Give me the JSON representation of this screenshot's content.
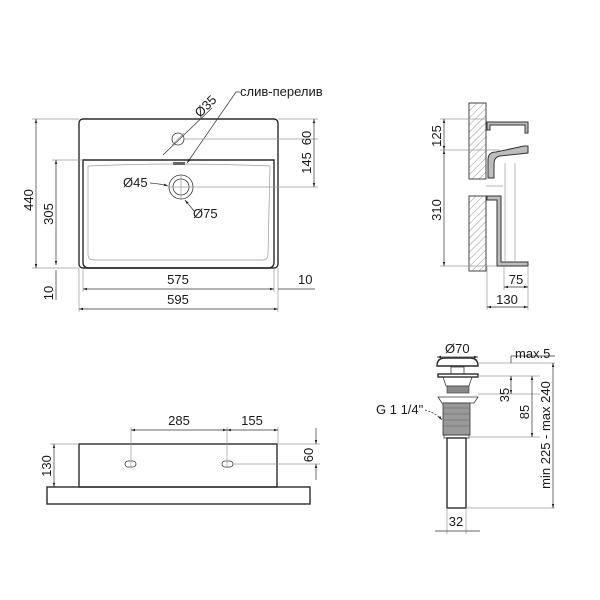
{
  "drawing": {
    "title": "Washbasin technical drawing",
    "top_view": {
      "labels": {
        "overflow": "слив-перелив",
        "tap_hole": "Ø35",
        "drain_inner": "Ø45",
        "drain_outer": "Ø75"
      },
      "dims": {
        "total_depth": "440",
        "bowl_depth": "305",
        "front_rim": "10",
        "tap_offset": "60",
        "drain_offset": "145",
        "bowl_width": "575",
        "side_rim": "10",
        "total_width": "595"
      }
    },
    "side_section": {
      "dims": {
        "upper": "125",
        "lower": "310",
        "inner": "75",
        "depth": "130"
      }
    },
    "rear_view": {
      "dims": {
        "hole_spacing": "285",
        "hole_offset": "155",
        "height": "130",
        "hole_height": "60"
      }
    },
    "drain_valve": {
      "labels": {
        "cap": "Ø70",
        "gap": "max.5",
        "thread": "G 1 1/4\"",
        "tube": "32"
      },
      "dims": {
        "flange": "35",
        "body": "85",
        "length": "min 225 - max 240"
      }
    }
  }
}
